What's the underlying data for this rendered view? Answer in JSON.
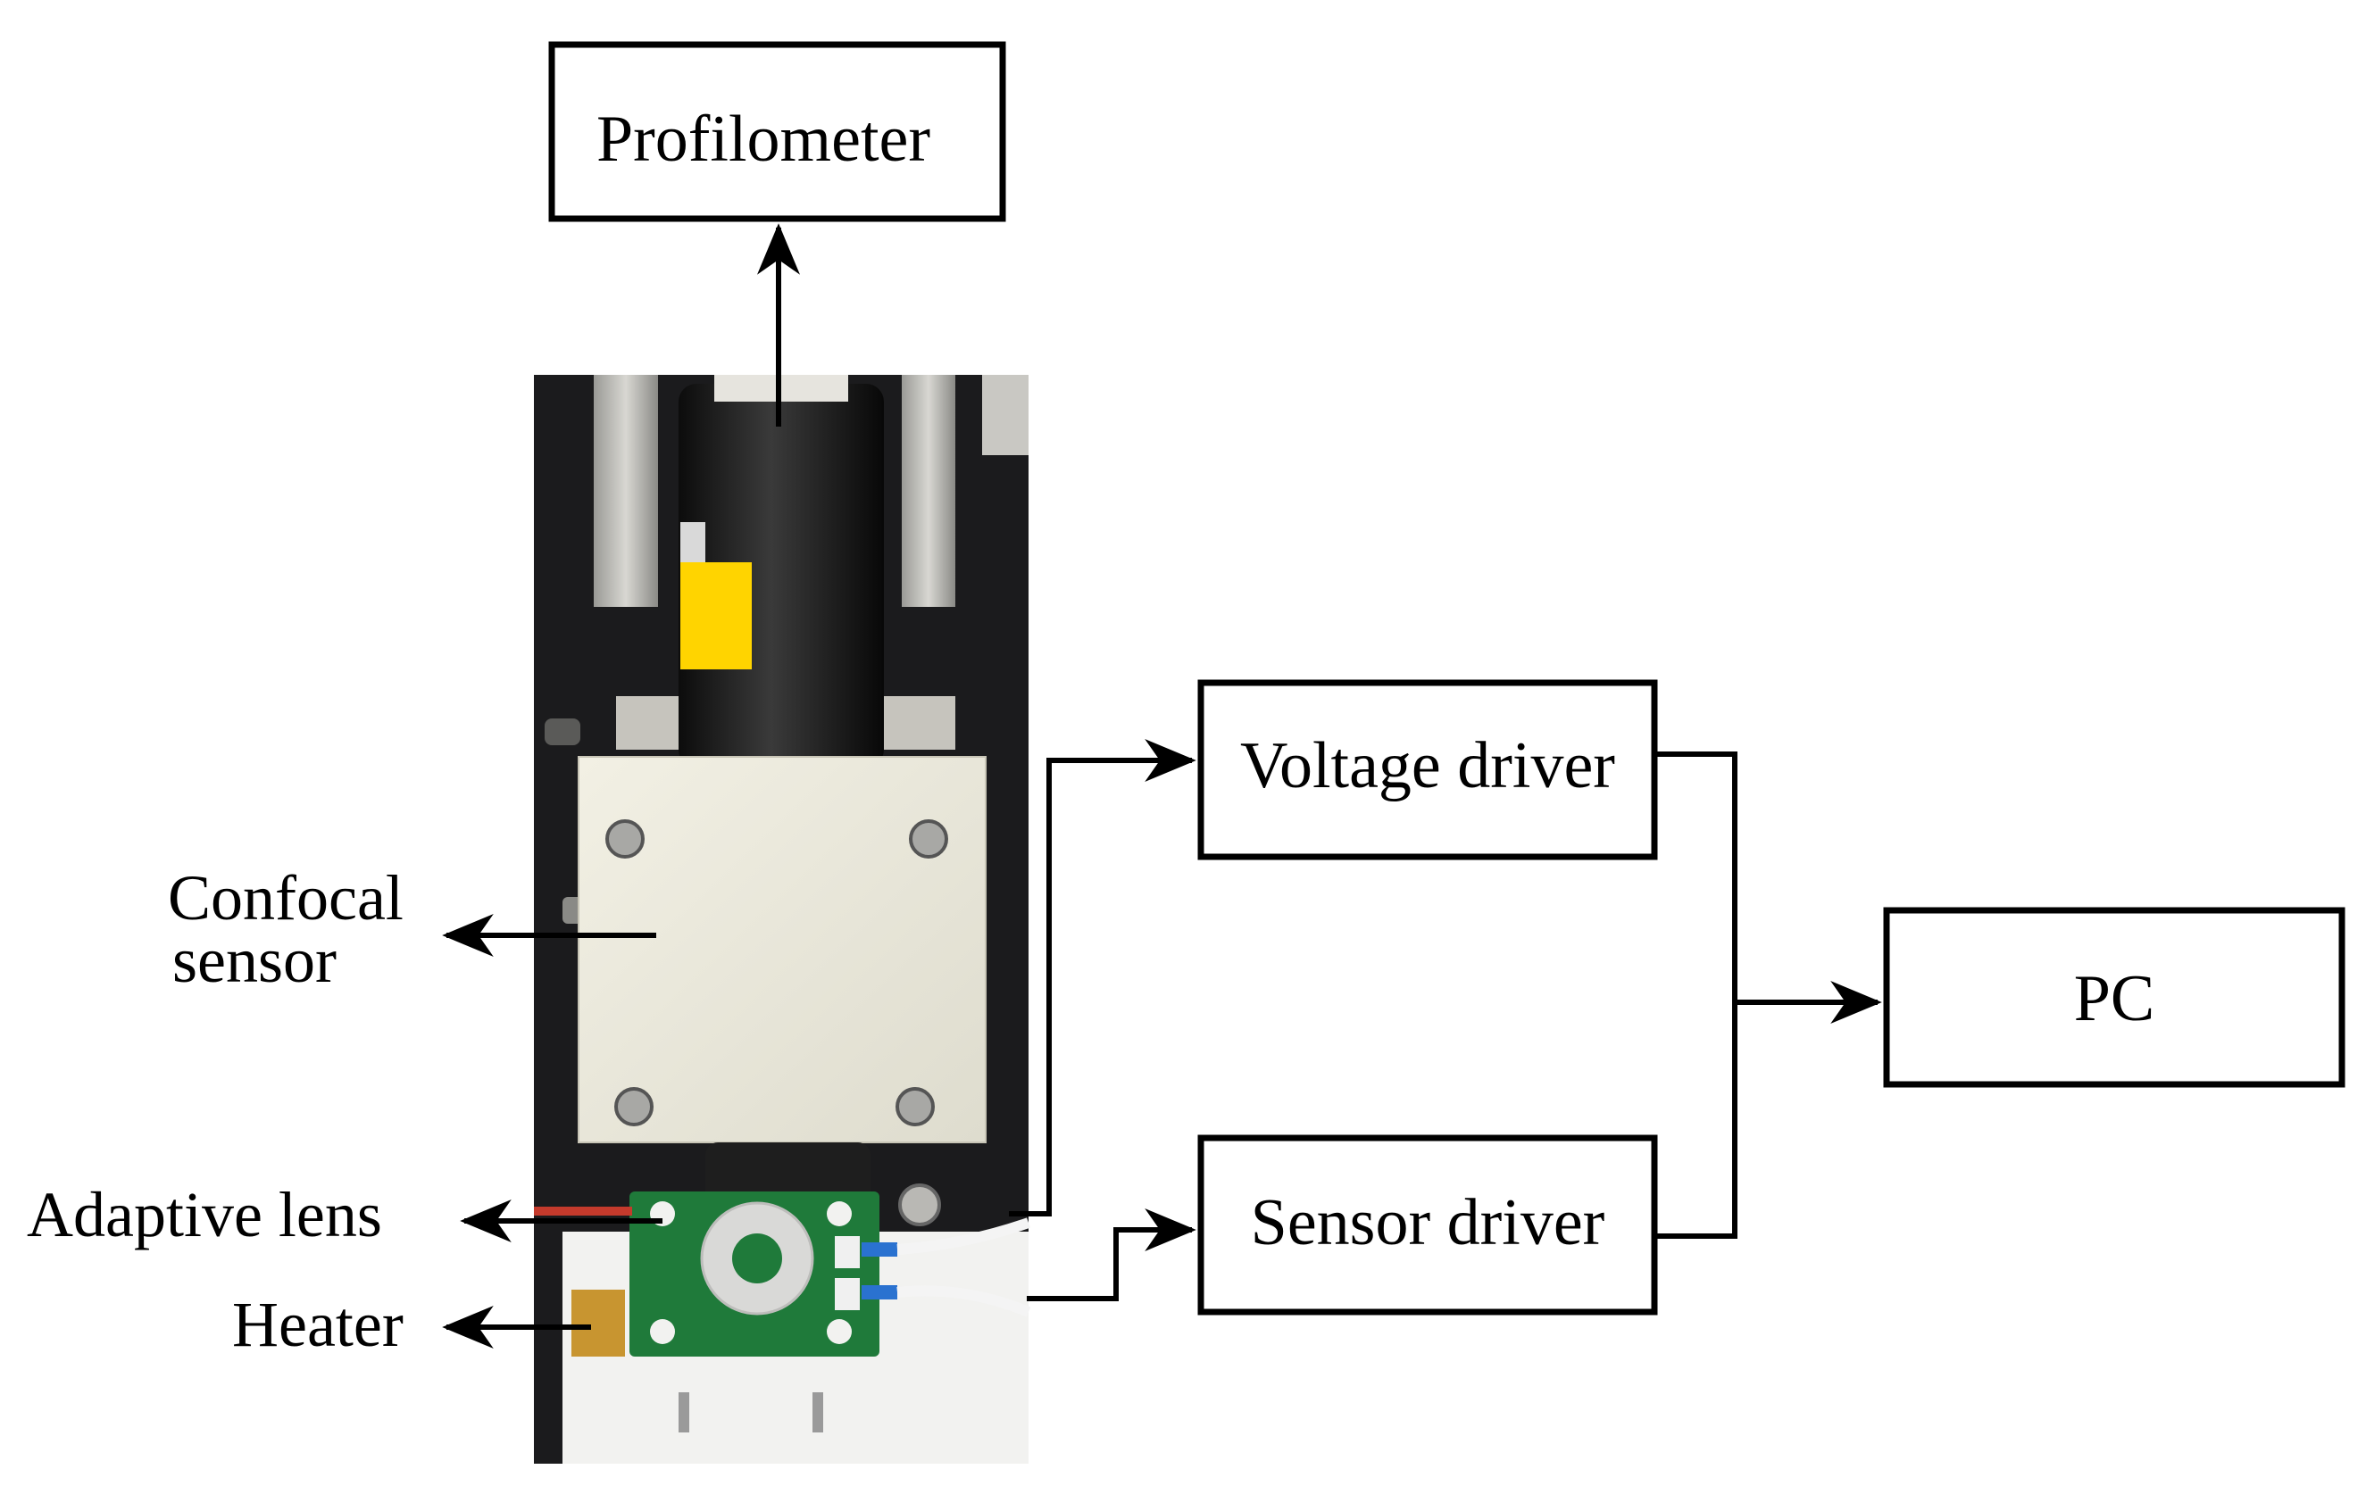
{
  "diagram": {
    "boxes": {
      "profilometer": "Profilometer",
      "voltage_driver": "Voltage driver",
      "sensor_driver": "Sensor driver",
      "pc": "PC"
    },
    "photo_labels": {
      "confocal_line1": "Confocal",
      "confocal_line2": "sensor",
      "adaptive_lens": "Adaptive lens",
      "heater": "Heater"
    },
    "colors": {
      "line": "#000000",
      "box_fill": "#ffffff",
      "photo_background": "#1b1b1d",
      "sensor_housing": "#ebe9dc",
      "pcb_green": "#1f7a3a",
      "tag_yellow": "#ffd400"
    }
  }
}
